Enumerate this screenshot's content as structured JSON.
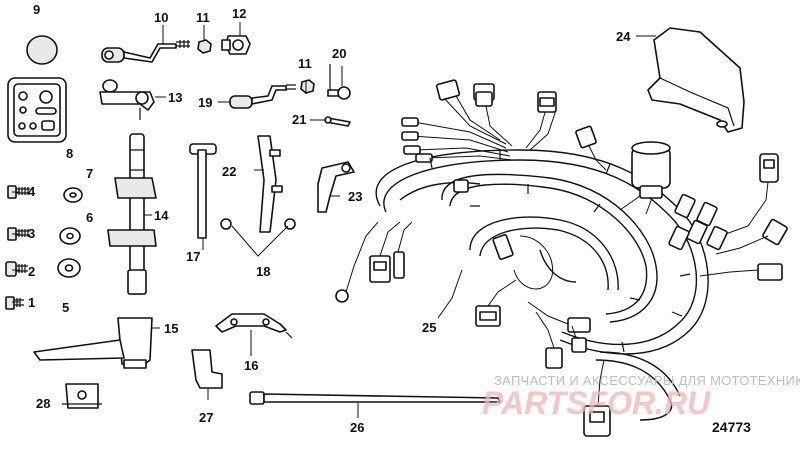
{
  "diagram": {
    "reference_number": "24773",
    "watermark": {
      "caption": "ЗАПЧАСТИ И АКСЕССУАРЫ ДЛЯ МОТОТЕХНИКИ",
      "logo_text": "PARTSFOR.RU"
    },
    "callouts": [
      "1",
      "2",
      "3",
      "4",
      "5",
      "6",
      "7",
      "8",
      "9",
      "10",
      "11",
      "11",
      "12",
      "13",
      "14",
      "15",
      "16",
      "17",
      "18",
      "19",
      "20",
      "21",
      "22",
      "23",
      "24",
      "25",
      "26",
      "27",
      "28"
    ]
  }
}
